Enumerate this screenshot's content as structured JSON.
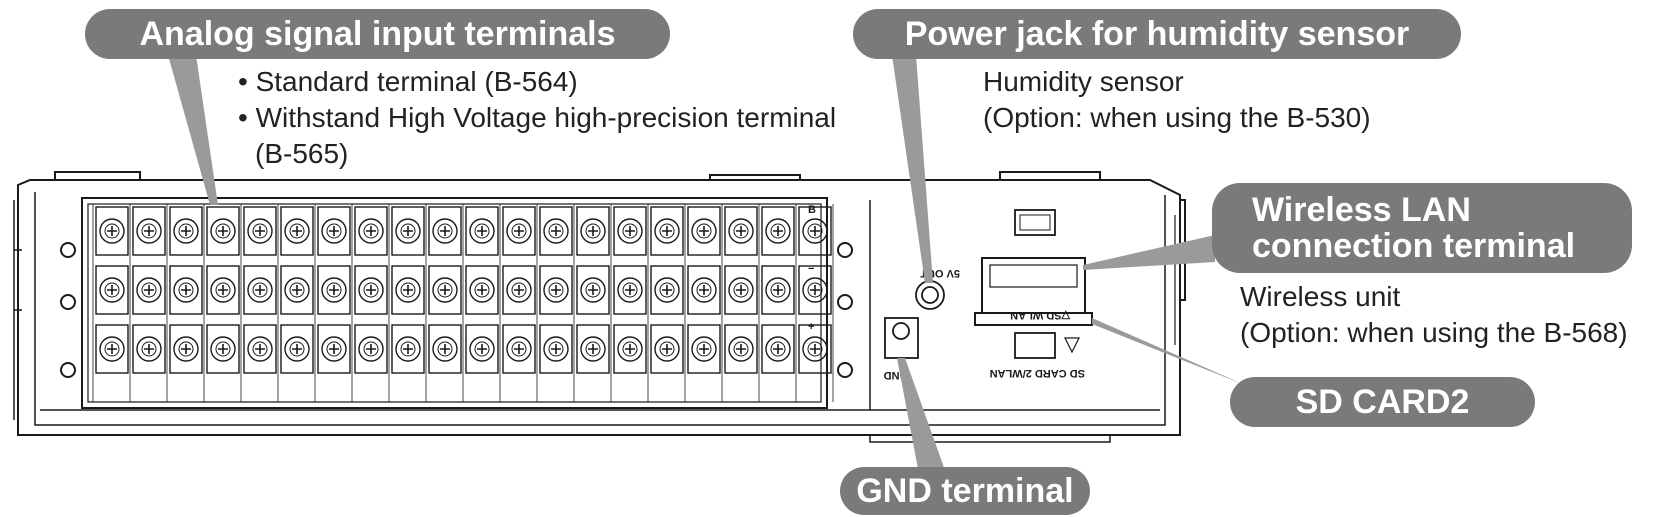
{
  "callouts": {
    "analog": {
      "title": "Analog signal input terminals",
      "items": [
        "• Standard terminal (B-564)",
        "• Withstand High Voltage high-precision terminal",
        "(B-565)"
      ]
    },
    "power": {
      "title": "Power jack for humidity sensor",
      "desc": [
        "Humidity sensor",
        "(Option: when using the B-530)"
      ]
    },
    "wlan": {
      "title": [
        "Wireless LAN",
        "connection terminal"
      ],
      "desc": [
        "Wireless unit",
        "(Option: when using the B-568)"
      ]
    },
    "sd": {
      "title": "SD CARD2"
    },
    "gnd": {
      "title": "GND terminal"
    }
  },
  "panel_labels": {
    "five_v_out": "5V OUT",
    "sd_wlan_slot": "▽SD WLAN",
    "sd_card_wlan": "SD CARD 2/WLAN",
    "gnd": "GND",
    "row_markers": [
      "B",
      "−",
      "+"
    ]
  },
  "colors": {
    "callout": "#7a7a7a",
    "stroke": "#1a1a1a",
    "leader": "#9a9a9a"
  }
}
